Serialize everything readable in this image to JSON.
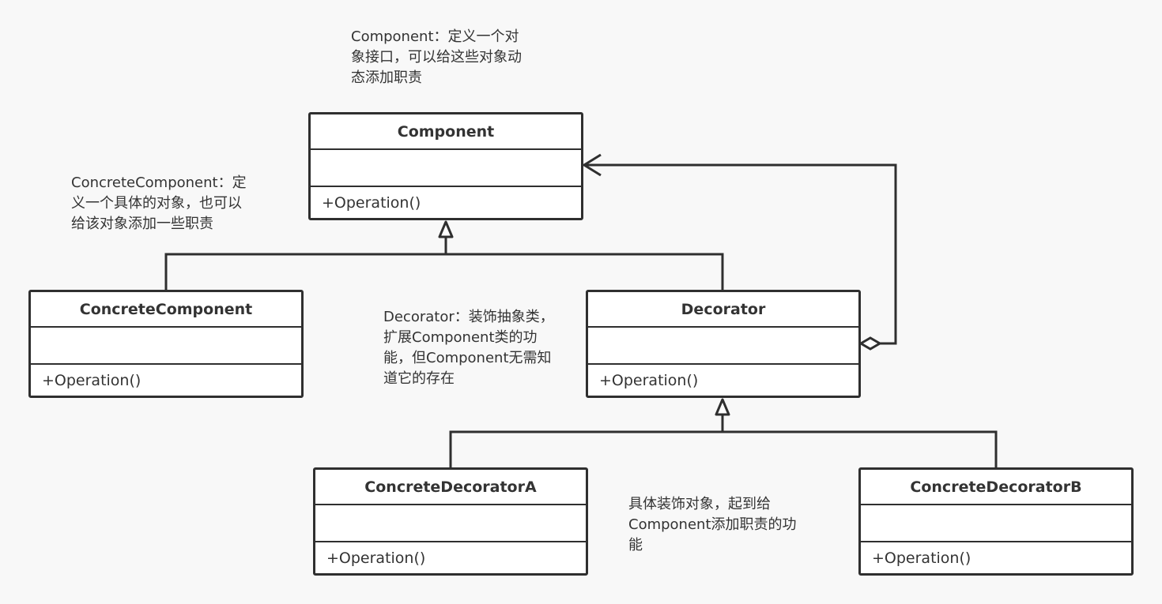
{
  "classes": {
    "component": {
      "name": "Component",
      "operation": "+Operation()"
    },
    "concrete_component": {
      "name": "ConcreteComponent",
      "operation": "+Operation()"
    },
    "decorator": {
      "name": "Decorator",
      "operation": "+Operation()"
    },
    "concrete_decorator_a": {
      "name": "ConcreteDecoratorA",
      "operation": "+Operation()"
    },
    "concrete_decorator_b": {
      "name": "ConcreteDecoratorB",
      "operation": "+Operation()"
    }
  },
  "notes": {
    "component": [
      "Component：定义一个对",
      "象接口，可以给这些对象动",
      "态添加职责"
    ],
    "concrete_component": [
      "ConcreteComponent：定",
      "义一个具体的对象，也可以",
      "给该对象添加一些职责"
    ],
    "decorator": [
      "Decorator：装饰抽象类，",
      "扩展Component类的功",
      "能，但Component无需知",
      "道它的存在"
    ],
    "concrete_decorators": [
      "具体装饰对象，起到给",
      "Component添加职责的功",
      "能"
    ]
  },
  "colors": {
    "stroke": "#2f2f2f",
    "background": "#f8f8f8",
    "box_fill": "#ffffff",
    "text": "#333333"
  }
}
